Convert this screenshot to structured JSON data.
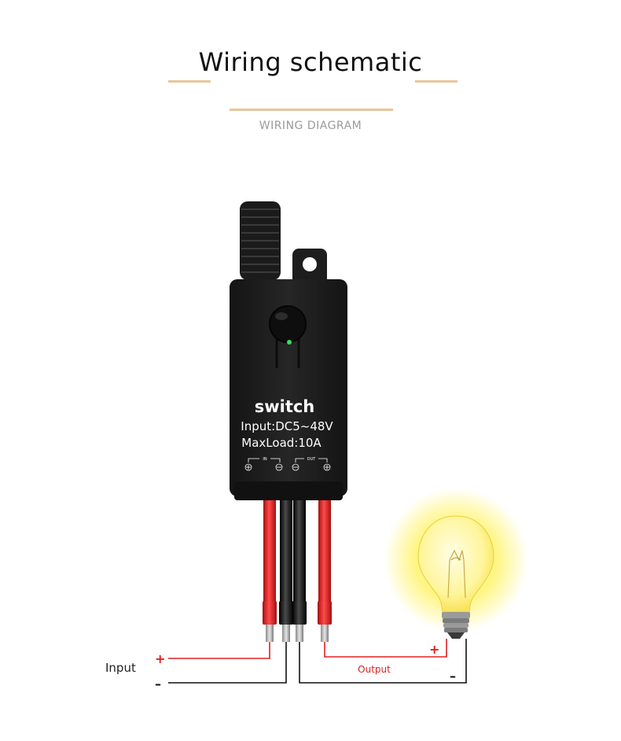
{
  "header": {
    "title": "Wiring schematic",
    "subtitle": "WIRING DIAGRAM",
    "accent_color": "#e7c79c"
  },
  "device": {
    "name": "switch",
    "input_spec": "Input:DC5~48V",
    "max_load": "MaxLoad:10A",
    "in_label": "IN",
    "out_label": "OUT",
    "indicator_color": "#34e05a",
    "body_color": "#1f1f1f"
  },
  "wiring": {
    "input_label": "Input",
    "output_label": "Output",
    "plus_sign": "+",
    "minus_sign": "–",
    "positive_wire_color": "#e02020",
    "negative_wire_color": "#111111"
  },
  "load": {
    "icon": "light-bulb-icon",
    "glow_color": "#fff36a"
  }
}
